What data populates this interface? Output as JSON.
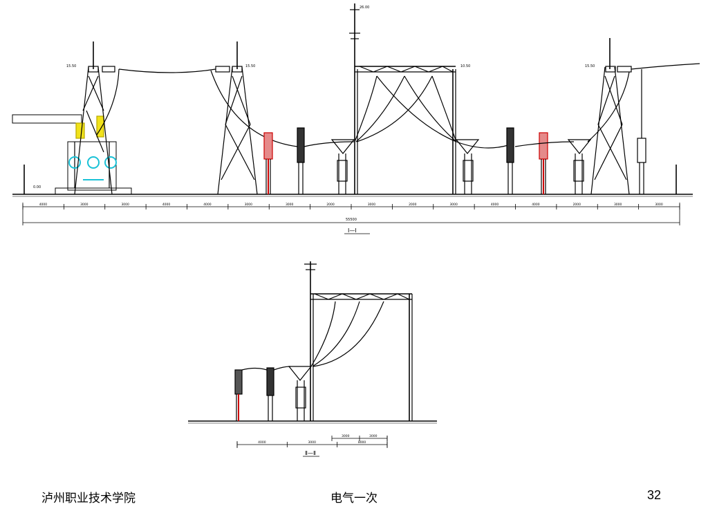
{
  "slide": {
    "drawing_top": {
      "caption": "Ⅰ—Ⅰ",
      "total_dim": "55500",
      "height_labels": [
        "26.00",
        "15.50",
        "15.50",
        "10.50",
        "15.50"
      ],
      "ground_label": "0.00",
      "dim_segments": [
        "4000",
        "3000",
        "3000",
        "4000",
        "4000",
        "3000",
        "3000",
        "2000",
        "3000",
        "2000",
        "3000",
        "4000",
        "4000",
        "2000",
        "3000",
        "3000"
      ]
    },
    "drawing_bottom": {
      "caption": "Ⅱ—Ⅱ",
      "dim_segments": [
        "4000",
        "3000",
        "8000"
      ],
      "upper_dims": [
        "3000",
        "3000"
      ]
    },
    "footer": {
      "left": "泸州职业技术学院",
      "center": "电气一次",
      "page_number": "32"
    }
  }
}
